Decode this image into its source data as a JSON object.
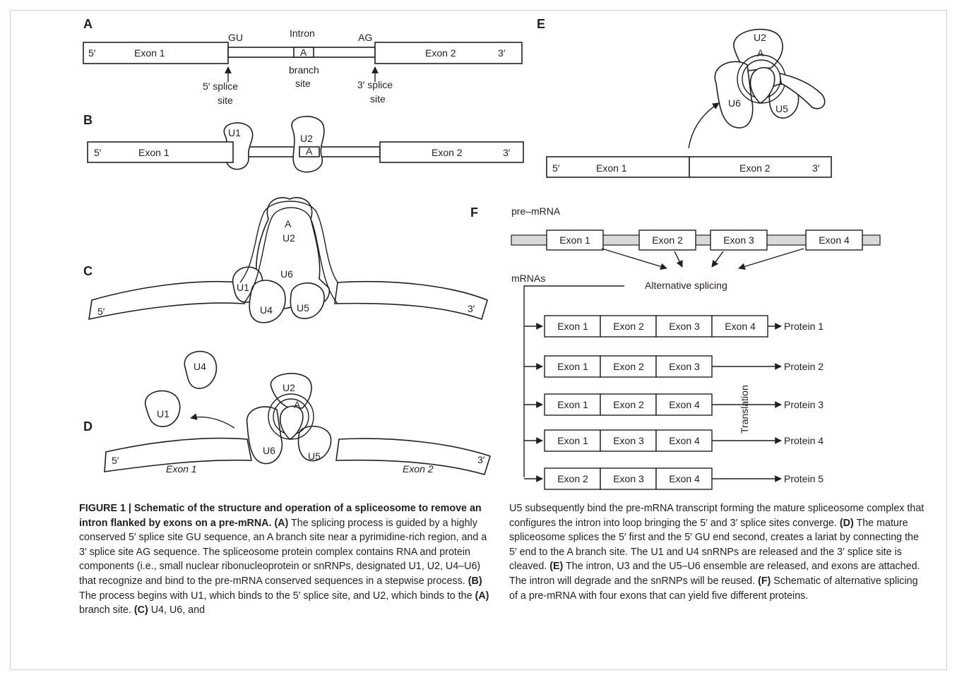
{
  "panels": {
    "a": "A",
    "b": "B",
    "c": "C",
    "d": "D",
    "e": "E",
    "f": "F"
  },
  "labels": {
    "five_prime": "5′",
    "three_prime": "3′",
    "exon1": "Exon 1",
    "exon2": "Exon 2",
    "exon3": "Exon 3",
    "exon4": "Exon 4",
    "gu": "GU",
    "ag": "AG",
    "intron": "Intron",
    "a": "A",
    "branch": "branch",
    "site": "site",
    "splice5": "5′ splice",
    "splice3": "3′ splice",
    "u1": "U1",
    "u2": "U2",
    "u4": "U4",
    "u5": "U5",
    "u6": "U6"
  },
  "panel_f": {
    "pre_mrna": "pre–mRNA",
    "mrnas": "mRNAs",
    "alt_splicing": "Alternative splicing",
    "translation": "Translation",
    "pre_exons": [
      "Exon 1",
      "Exon 2",
      "Exon 3",
      "Exon 4"
    ],
    "rows": [
      {
        "exons": [
          "Exon 1",
          "Exon 2",
          "Exon 3",
          "Exon 4"
        ],
        "protein": "Protein 1"
      },
      {
        "exons": [
          "Exon 1",
          "Exon 2",
          "Exon 3"
        ],
        "protein": "Protein 2"
      },
      {
        "exons": [
          "Exon 1",
          "Exon 2",
          "Exon 4"
        ],
        "protein": "Protein 3"
      },
      {
        "exons": [
          "Exon 1",
          "Exon 3",
          "Exon 4"
        ],
        "protein": "Protein 4"
      },
      {
        "exons": [
          "Exon 2",
          "Exon 3",
          "Exon 4"
        ],
        "protein": "Protein 5"
      }
    ]
  },
  "caption": {
    "title": "FIGURE 1 | Schematic of the structure and operation of a spliceosome to remove an intron flanked by exons on a pre-mRNA.",
    "a_tag": "(A)",
    "a_text": " The splicing process is guided by a highly conserved 5′ splice site GU sequence, an A branch site near a pyrimidine-rich region, and a 3′ splice site AG sequence. The spliceosome protein complex contains RNA and protein components (i.e., small nuclear ribonucleoprotein or snRNPs, designated U1, U2, U4–U6) that recognize and bind to the pre-mRNA conserved sequences in a stepwise process. ",
    "b_tag": "(B)",
    "b_text": " The process begins with U1, which binds to the 5′ splice site, and U2, which binds to the ",
    "b_tag2": "(A)",
    "b_text2": " branch site. ",
    "c_tag": "(C)",
    "c_text": " U4, U6, and",
    "c_text_cont": "U5 subsequently bind the pre-mRNA transcript forming the mature spliceosome complex that configures the intron into loop bringing the 5′ and 3′ splice sites converge. ",
    "d_tag": "(D)",
    "d_text": " The mature spliceosome splices the 5′ first and the 5′ GU end second, creates a lariat by connecting the 5′ end to the A branch site. The U1 and U4 snRNPs are released and the 3′ splice site is cleaved. ",
    "e_tag": "(E)",
    "e_text": " The intron, U3 and the U5–U6 ensemble are released, and exons are attached. The intron will degrade and the snRNPs will be reused. ",
    "f_tag": "(F)",
    "f_text": " Schematic of alternative splicing of a pre-mRNA with four exons that can yield five different proteins."
  }
}
